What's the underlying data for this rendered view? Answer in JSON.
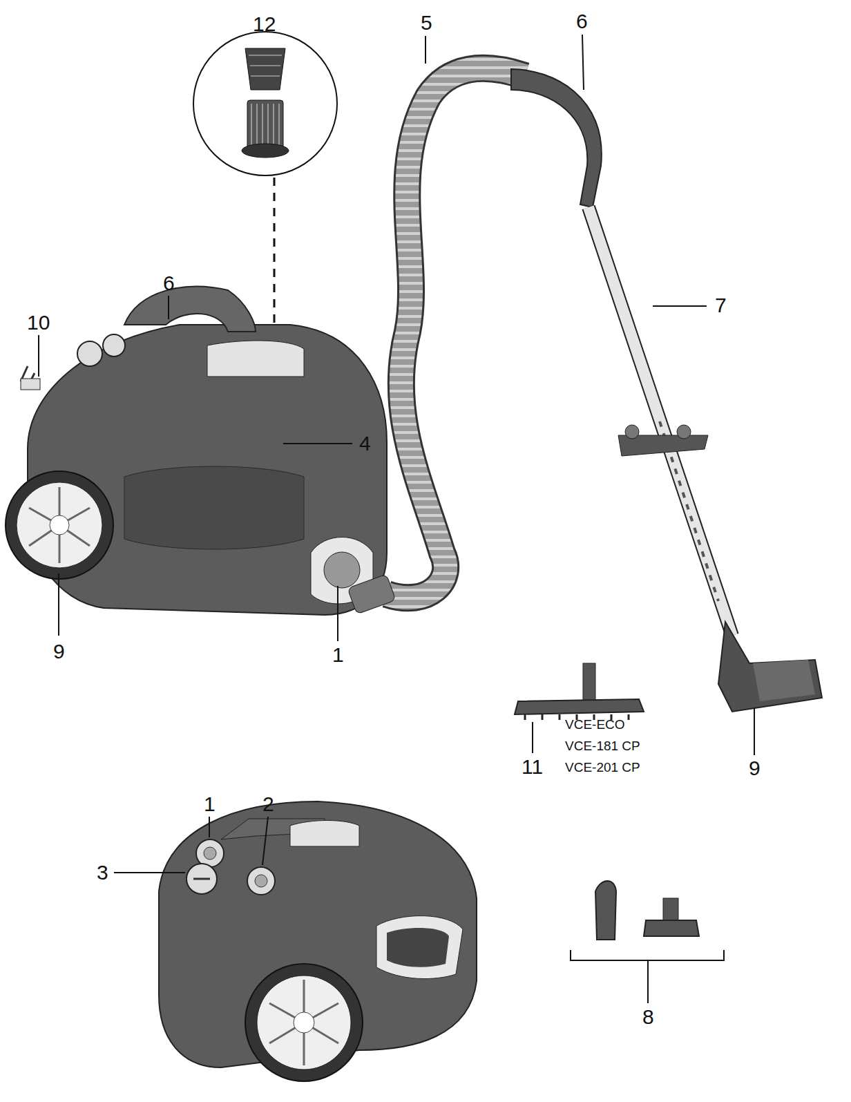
{
  "diagram": {
    "labels": [
      "12",
      "5",
      "6",
      "6",
      "10",
      "4",
      "7",
      "9",
      "1",
      "11",
      "VCE-ECO",
      "VCE-181 CP",
      "VCE-201 CP",
      "9",
      "1",
      "2",
      "3",
      "8"
    ]
  }
}
